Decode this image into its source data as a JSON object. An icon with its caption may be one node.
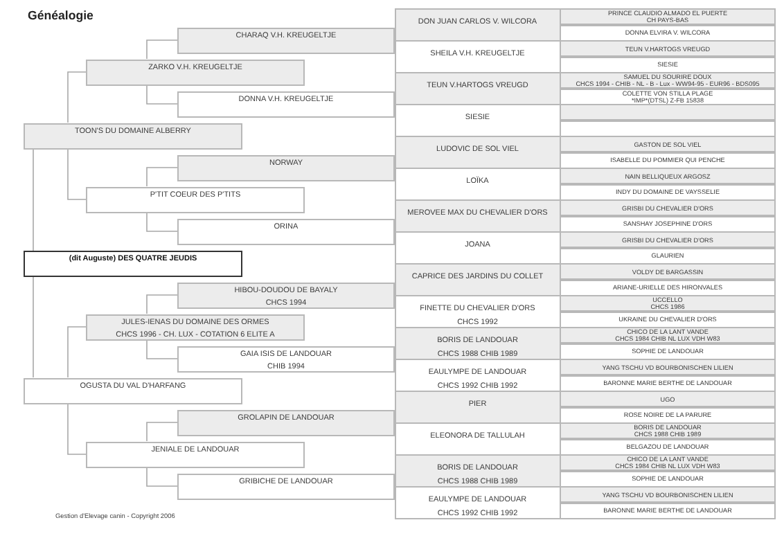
{
  "diagram": {
    "title": "Généalogie",
    "nodes": [
      {
        "text": [
          "(dit Auguste) DES QUATRE JEUDIS"
        ]
      },
      {
        "text": [
          "TOON'S DU DOMAINE ALBERRY"
        ]
      },
      {
        "text": [
          "OGUSTA DU VAL D'HARFANG"
        ]
      },
      {
        "text": [
          "ZARKO V.H. KREUGELTJE"
        ]
      },
      {
        "text": [
          "P'TIT COEUR DES P'TITS"
        ]
      },
      {
        "text": [
          "JULES-IENAS DU DOMAINE DES ORMES",
          "CHCS 1996 - CH. LUX - COTATION 6 ELITE A"
        ]
      },
      {
        "text": [
          "JENIALE DE LANDOUAR"
        ]
      },
      {
        "text": [
          "CHARAQ V.H. KREUGELTJE"
        ]
      },
      {
        "text": [
          "DONNA V.H. KREUGELTJE"
        ]
      },
      {
        "text": [
          "NORWAY"
        ]
      },
      {
        "text": [
          "ORINA"
        ]
      },
      {
        "text": [
          "HIBOU-DOUDOU DE BAYALY",
          "CHCS 1994"
        ]
      },
      {
        "text": [
          "GAIA ISIS DE LANDOUAR",
          "CHIB 1994"
        ]
      },
      {
        "text": [
          "GROLAPIN DE LANDOUAR"
        ]
      },
      {
        "text": [
          "GRIBICHE DE LANDOUAR"
        ]
      },
      {
        "text": [
          "DON JUAN CARLOS V. WILCORA"
        ]
      },
      {
        "text": [
          "SHEILA V.H. KREUGELTJE"
        ]
      },
      {
        "text": [
          "TEUN V.HARTOGS VREUGD"
        ]
      },
      {
        "text": [
          "SIESIE"
        ]
      },
      {
        "text": [
          "LUDOVIC DE SOL VIEL"
        ]
      },
      {
        "text": [
          "LOÏKA"
        ]
      },
      {
        "text": [
          "MEROVEE MAX DU CHEVALIER D'ORS"
        ]
      },
      {
        "text": [
          "JOANA"
        ]
      },
      {
        "text": [
          "CAPRICE DES JARDINS DU COLLET"
        ]
      },
      {
        "text": [
          "FINETTE DU CHEVALIER D'ORS",
          "CHCS 1992"
        ]
      },
      {
        "text": [
          "BORIS DE LANDOUAR",
          "CHCS 1988 CHIB 1989"
        ]
      },
      {
        "text": [
          "EAULYMPE DE LANDOUAR",
          "CHCS 1992 CHIB 1992"
        ]
      },
      {
        "text": [
          "PIER"
        ]
      },
      {
        "text": [
          "ELEONORA DE TALLULAH"
        ]
      },
      {
        "text": [
          "BORIS DE LANDOUAR",
          "CHCS 1988 CHIB 1989"
        ]
      },
      {
        "text": [
          "EAULYMPE DE LANDOUAR",
          "CHCS 1992 CHIB 1992"
        ]
      },
      {
        "text": [
          "PRINCE CLAUDIO ALMADO EL PUERTE",
          "CH PAYS-BAS"
        ]
      },
      {
        "text": [
          "DONNA ELVIRA V. WILCORA"
        ]
      },
      {
        "text": [
          "TEUN V.HARTOGS VREUGD"
        ]
      },
      {
        "text": [
          "SIESIE"
        ]
      },
      {
        "text": [
          "SAMUEL DU SOURIRE DOUX",
          "CHCS 1994 - CHIB - NL - B - Lux - WW94-95 - EUR96 - BDS095"
        ]
      },
      {
        "text": [
          "COLETTE VON STILLA PLAGE",
          "*IMP*(DTSL) Z-FB 15838"
        ]
      },
      {
        "text": [],
        "shape": "box"
      },
      {
        "text": [],
        "shape": "box"
      },
      {
        "text": [
          "GASTON DE SOL VIEL"
        ]
      },
      {
        "text": [
          "ISABELLE DU POMMIER QUI PENCHE"
        ]
      },
      {
        "text": [
          "NAIN BELLIQUEUX ARGOSZ"
        ]
      },
      {
        "text": [
          "INDY DU DOMAINE DE VAYSSELIE"
        ]
      },
      {
        "text": [
          "GRISBI DU CHEVALIER D'ORS"
        ]
      },
      {
        "text": [
          "SANSHAY JOSEPHINE D'ORS"
        ]
      },
      {
        "text": [
          "GRISBI DU CHEVALIER D'ORS"
        ]
      },
      {
        "text": [
          "GLAURIEN"
        ]
      },
      {
        "text": [
          "VOLDY DE BARGASSIN"
        ]
      },
      {
        "text": [
          "ARIANE-URIELLE DES HIRONVALES"
        ]
      },
      {
        "text": [
          "UCCELLO",
          "CHCS 1986"
        ]
      },
      {
        "text": [
          "UKRAINE DU CHEVALIER D'ORS"
        ]
      },
      {
        "text": [
          "CHICO DE LA LANT VANDE",
          "CHCS 1984 CHIB NL LUX VDH W83"
        ]
      },
      {
        "text": [
          "SOPHIE DE LANDOUAR"
        ]
      },
      {
        "text": [
          "YANG TSCHU VD BOURBONISCHEN LILIEN"
        ]
      },
      {
        "text": [
          "BARONNE MARIE BERTHE DE LANDOUAR"
        ]
      },
      {
        "text": [
          "UGO"
        ]
      },
      {
        "text": [
          "ROSE NOIRE DE LA PARURE"
        ]
      },
      {
        "text": [
          "BORIS DE LANDOUAR",
          "CHCS 1988 CHIB 1989"
        ]
      },
      {
        "text": [
          "BELGAZOU DE LANDOUAR"
        ]
      },
      {
        "text": [
          "CHICO DE LA LANT VANDE",
          "CHCS 1984 CHIB NL LUX VDH W83"
        ]
      },
      {
        "text": [
          "SOPHIE DE LANDOUAR"
        ]
      },
      {
        "text": [
          "YANG TSCHU VD BOURBONISCHEN LILIEN"
        ]
      },
      {
        "text": [
          "BARONNE MARIE BERTHE DE LANDOUAR"
        ]
      }
    ],
    "edges": [
      {
        "from": 0,
        "to": 1,
        "arrow": "none"
      },
      {
        "from": 0,
        "to": 2,
        "arrow": "none"
      },
      {
        "from": 1,
        "to": 3,
        "arrow": "none"
      },
      {
        "from": 1,
        "to": 4,
        "arrow": "none"
      },
      {
        "from": 2,
        "to": 5,
        "arrow": "none"
      },
      {
        "from": 2,
        "to": 6,
        "arrow": "none"
      },
      {
        "from": 3,
        "to": 7,
        "arrow": "none"
      },
      {
        "from": 3,
        "to": 8,
        "arrow": "none"
      },
      {
        "from": 4,
        "to": 9,
        "arrow": "none"
      },
      {
        "from": 4,
        "to": 10,
        "arrow": "none"
      },
      {
        "from": 5,
        "to": 11,
        "arrow": "none"
      },
      {
        "from": 5,
        "to": 12,
        "arrow": "none"
      },
      {
        "from": 6,
        "to": 13,
        "arrow": "none"
      },
      {
        "from": 6,
        "to": 14,
        "arrow": "none"
      }
    ],
    "labels": [
      "Gestion d'Elevage canin - Copyright 2006"
    ]
  }
}
